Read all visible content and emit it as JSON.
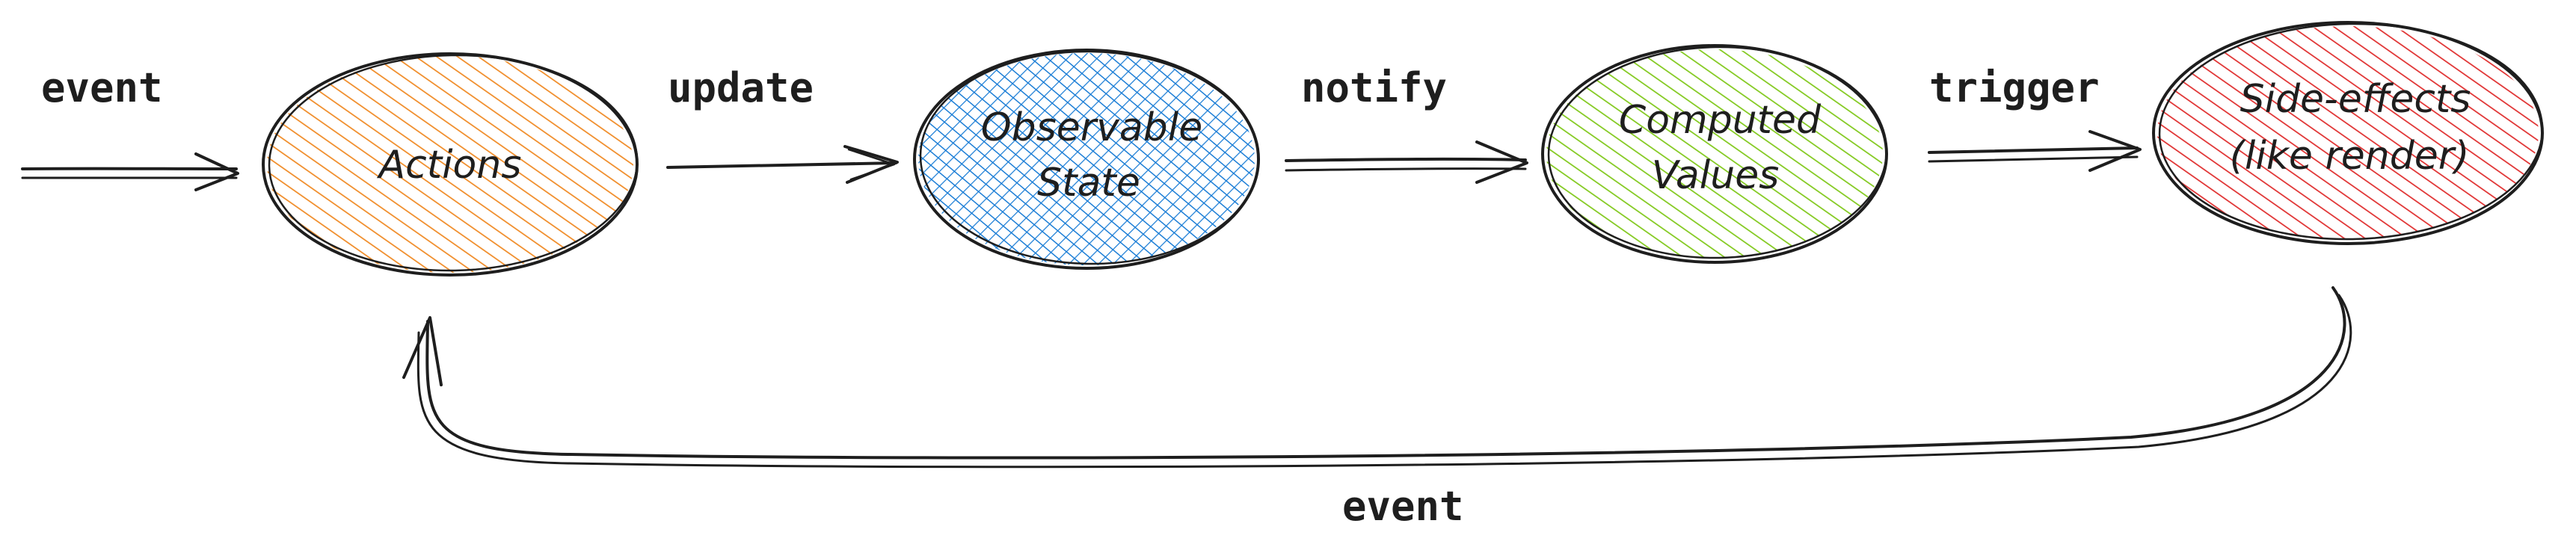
{
  "nodes": [
    {
      "id": "actions",
      "lines": [
        "Actions"
      ],
      "color": "#f08c28"
    },
    {
      "id": "observable-state",
      "lines": [
        "Observable",
        "State"
      ],
      "color": "#1c7ed6"
    },
    {
      "id": "computed-values",
      "lines": [
        "Computed",
        "Values"
      ],
      "color": "#82c91e"
    },
    {
      "id": "side-effects",
      "lines": [
        "Side-effects",
        "(like render)"
      ],
      "color": "#e03131"
    }
  ],
  "edges": {
    "incoming": "event",
    "actions_to_state": "update",
    "state_to_computed": "notify",
    "computed_to_effects": "trigger",
    "effects_to_actions": "event"
  }
}
